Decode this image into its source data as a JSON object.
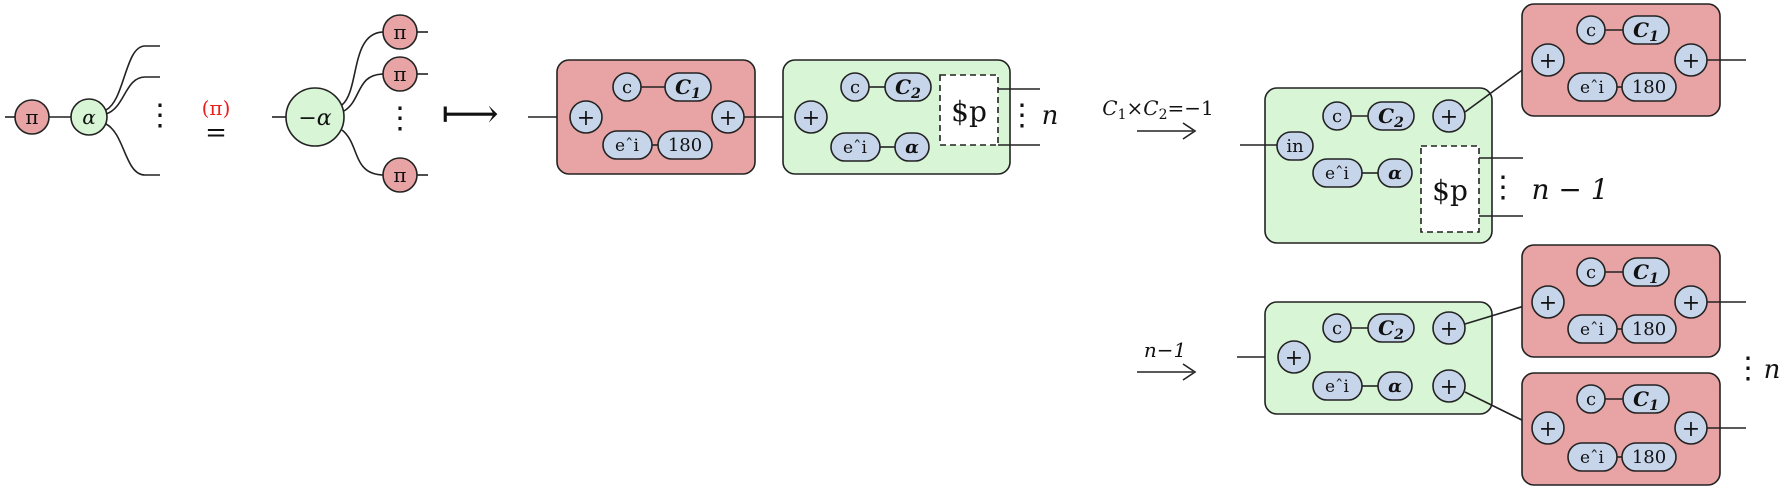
{
  "spiders": {
    "pi": "π",
    "alpha": "α",
    "neg_alpha": "−α"
  },
  "rule_label": "(π)",
  "equals": "=",
  "maps_to": "⟼",
  "gadget": {
    "plus": "+",
    "c": "c",
    "c1": "C",
    "c1_sub": "1",
    "c2": "C",
    "c2_sub": "2",
    "eci": "eˆi",
    "angle_180": "180",
    "alpha_bold": "α",
    "placeholder": "$p",
    "in": "in"
  },
  "arrow1_label": {
    "c1": "C",
    "sub1": "1",
    "times": "×",
    "c2": "C",
    "sub2": "2",
    "eq": "=",
    "value": "−1"
  },
  "arrow2_label": "n−1",
  "vdots": "⋮",
  "n_label": "n",
  "n_minus_1_label": "n − 1"
}
